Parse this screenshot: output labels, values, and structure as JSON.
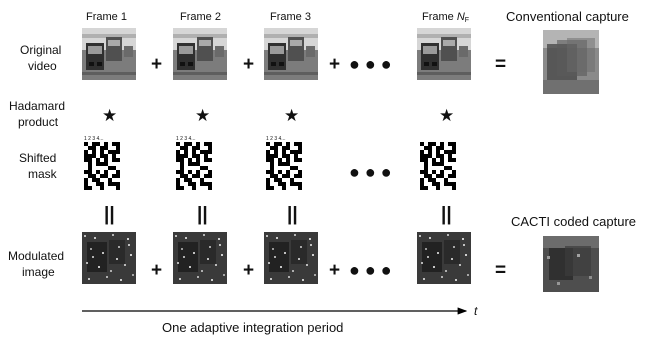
{
  "frames": {
    "frame_1": "Frame 1",
    "frame_2": "Frame 2",
    "frame_3": "Frame 3",
    "frame_n_prefix": "Frame ",
    "frame_n_symbol": "N",
    "frame_n_sub": "F"
  },
  "rows": {
    "original_line1": "Original",
    "original_line2": "video",
    "hadamard_line1": "Hadamard",
    "hadamard_line2": "product",
    "shifted_line1": "Shifted",
    "shifted_line2": "mask",
    "modulated_line1": "Modulated",
    "modulated_line2": "image"
  },
  "results": {
    "conventional": "Conventional capture",
    "cacti": "CACTI coded capture"
  },
  "symbols": {
    "plus": "+",
    "equals": "=",
    "star": "★",
    "dots": "● ● ●",
    "equals_vertical": "||",
    "mask_index": "1 2 3 4..."
  },
  "axis": {
    "variable": "t",
    "caption": "One adaptive integration period"
  },
  "colors": {
    "frame_sky": "#d8d8d8",
    "frame_road": "#7a7a7a",
    "mask_black": "#000000",
    "mask_white": "#ffffff",
    "modulated_dark": "#333333",
    "arrow": "#000000"
  }
}
